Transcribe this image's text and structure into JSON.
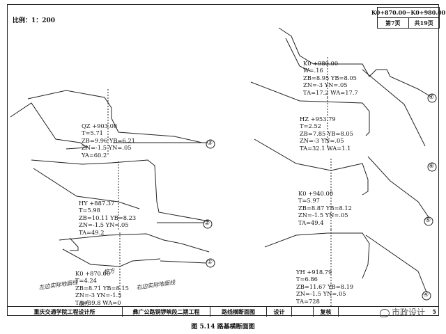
{
  "sheet": {
    "scale_label": "比例：1：200",
    "stake_range": "K0+870.00~K0+980.00",
    "page_label": "第7页",
    "total_pages_label": "共19页"
  },
  "sections": [
    {
      "id": "1",
      "circle": "①",
      "lines": [
        "K0 +870.00",
        "T=4.24",
        "ZB=8.71  YB=8.15",
        "ZN=-3  YN=-1.5",
        "TA=39.8  WA=0"
      ]
    },
    {
      "id": "2",
      "circle": "②",
      "lines": [
        "HY  +887.37",
        "T=5.98",
        "ZB=10.11  YB=8.23",
        "ZN=-1.5  YN=.05",
        "TA=49.2"
      ]
    },
    {
      "id": "3",
      "circle": "③",
      "lines": [
        "QZ  +903.08",
        "T=5.71",
        "ZB=9.96  YB=6.21",
        "ZN=-1.5  YN=.05",
        "YA=60.2"
      ]
    },
    {
      "id": "4",
      "circle": "④",
      "lines": [
        "YH  +918.79",
        "T=6.86",
        "ZB=11.67  YB=8.19",
        "ZN=-1.5  YN=.05",
        "TA=728"
      ]
    },
    {
      "id": "5",
      "circle": "⑤",
      "lines": [
        "K0  +940.00",
        "T=5.97",
        "ZB=8.87  YB=8.12",
        "ZN=-1.5  YN=.05",
        "TA=49.4"
      ]
    },
    {
      "id": "6",
      "circle": "⑥",
      "lines": [
        "HZ  +953.79",
        "T=2.52",
        "ZB=7.85  YB=8.05",
        "ZN=-3  YN=.05",
        "TA=32.1  WA=1.1"
      ]
    },
    {
      "id": "7",
      "circle": "⑦",
      "lines": [
        "K0  +980.00",
        "W=.16",
        "ZB=8.95  YB=8.05",
        "ZN=-3  YN=.05",
        "TA=17.2  WA=17.7"
      ]
    }
  ],
  "handwritten": {
    "note_a": "左边实际地面线",
    "note_b": "挖方",
    "note_c": "右边实际地面线",
    "note_d": "填方"
  },
  "title_bar": {
    "institute": "重庆交通学院工程设计所",
    "project": "彝广公路铜锣峡段二期工程",
    "drawing_name": "路线横断面图",
    "design_label": "设计",
    "review_label": "复核",
    "page_fragment": "5"
  },
  "watermark": "市政设计",
  "caption": "图 5.14    路基横断面图"
}
